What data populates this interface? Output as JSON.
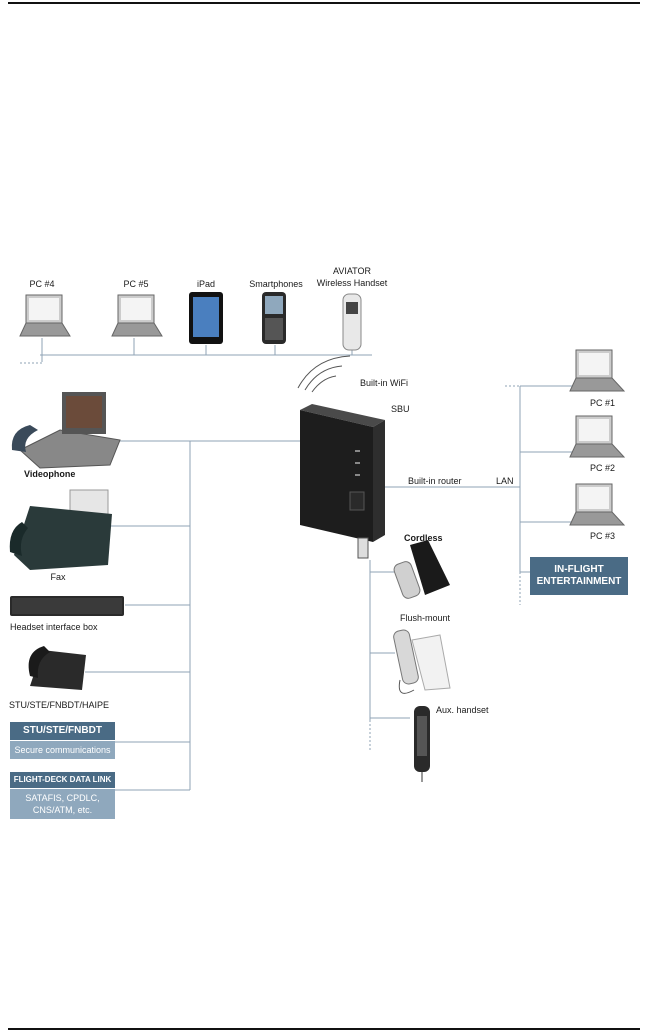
{
  "top_labels": {
    "pc4": "PC #4",
    "pc5": "PC #5",
    "ipad": "iPad",
    "smartphones": "Smartphones",
    "aviator_line1": "AVIATOR",
    "aviator_line2": "Wireless Handset"
  },
  "center": {
    "wifi": "Built-in WiFi",
    "sbu": "SBU",
    "router": "Built-in router",
    "lan": "LAN"
  },
  "right_labels": {
    "pc1": "PC #1",
    "pc2": "PC #2",
    "pc3": "PC #3",
    "ife_line1": "IN-FLIGHT",
    "ife_line2": "ENTERTAINMENT"
  },
  "left_labels": {
    "videophone": "Videophone",
    "fax": "Fax",
    "headset_box": "Headset interface box",
    "stu": "STU/STE/FNBDT/HAIPE",
    "secure_title": "STU/STE/FNBDT",
    "secure_sub": "Secure communications",
    "datalink_title": "FLIGHT-DECK DATA LINK",
    "datalink_line1": "SATAFIS, CPDLC,",
    "datalink_line2": "CNS/ATM, etc."
  },
  "handsets": {
    "cordless": "Cordless",
    "flush": "Flush-mount",
    "aux": "Aux. handset"
  },
  "colors": {
    "box_dark": "#4a6b85",
    "box_light": "#8fa8bd",
    "line": "#8fa3b5"
  }
}
